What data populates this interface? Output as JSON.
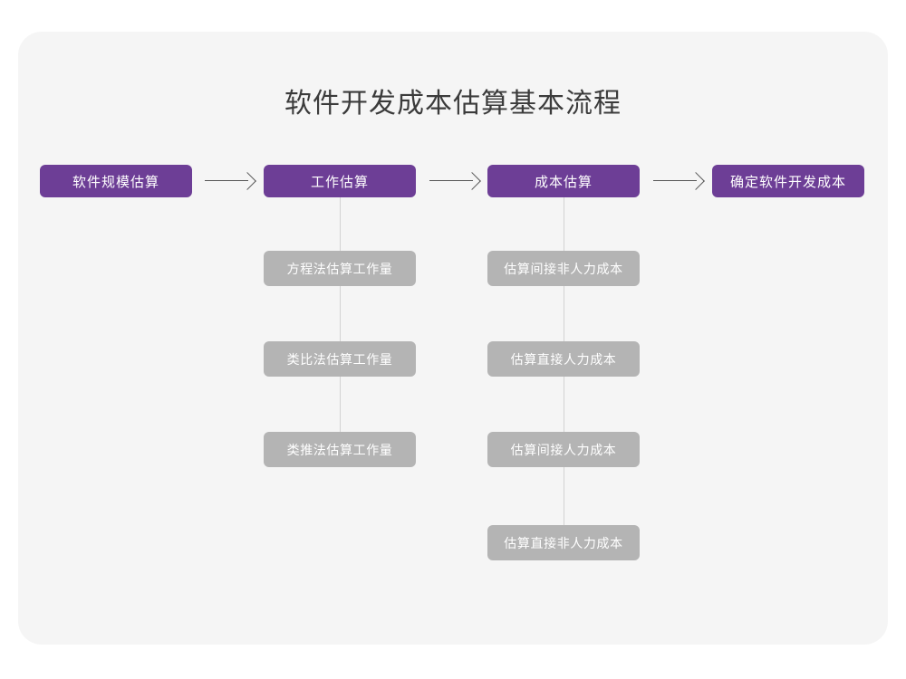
{
  "title": "软件开发成本估算基本流程",
  "colors": {
    "background": "#ffffff",
    "card": "#f5f5f5",
    "primary_node": "#6d3e96",
    "sub_node": "#b4b4b4",
    "node_text": "#ffffff",
    "title_text": "#3b3b3b",
    "connector": "#d3d3d3",
    "arrow": "#555555"
  },
  "flow": {
    "stages": [
      {
        "label": "软件规模估算",
        "substeps": []
      },
      {
        "label": "工作估算",
        "substeps": [
          "方程法估算工作量",
          "类比法估算工作量",
          "类推法估算工作量"
        ]
      },
      {
        "label": "成本估算",
        "substeps": [
          "估算间接非人力成本",
          "估算直接人力成本",
          "估算间接人力成本",
          "估算直接非人力成本"
        ]
      },
      {
        "label": "确定软件开发成本",
        "substeps": []
      }
    ],
    "arrows": [
      "arrow-right",
      "arrow-right",
      "arrow-right"
    ]
  }
}
